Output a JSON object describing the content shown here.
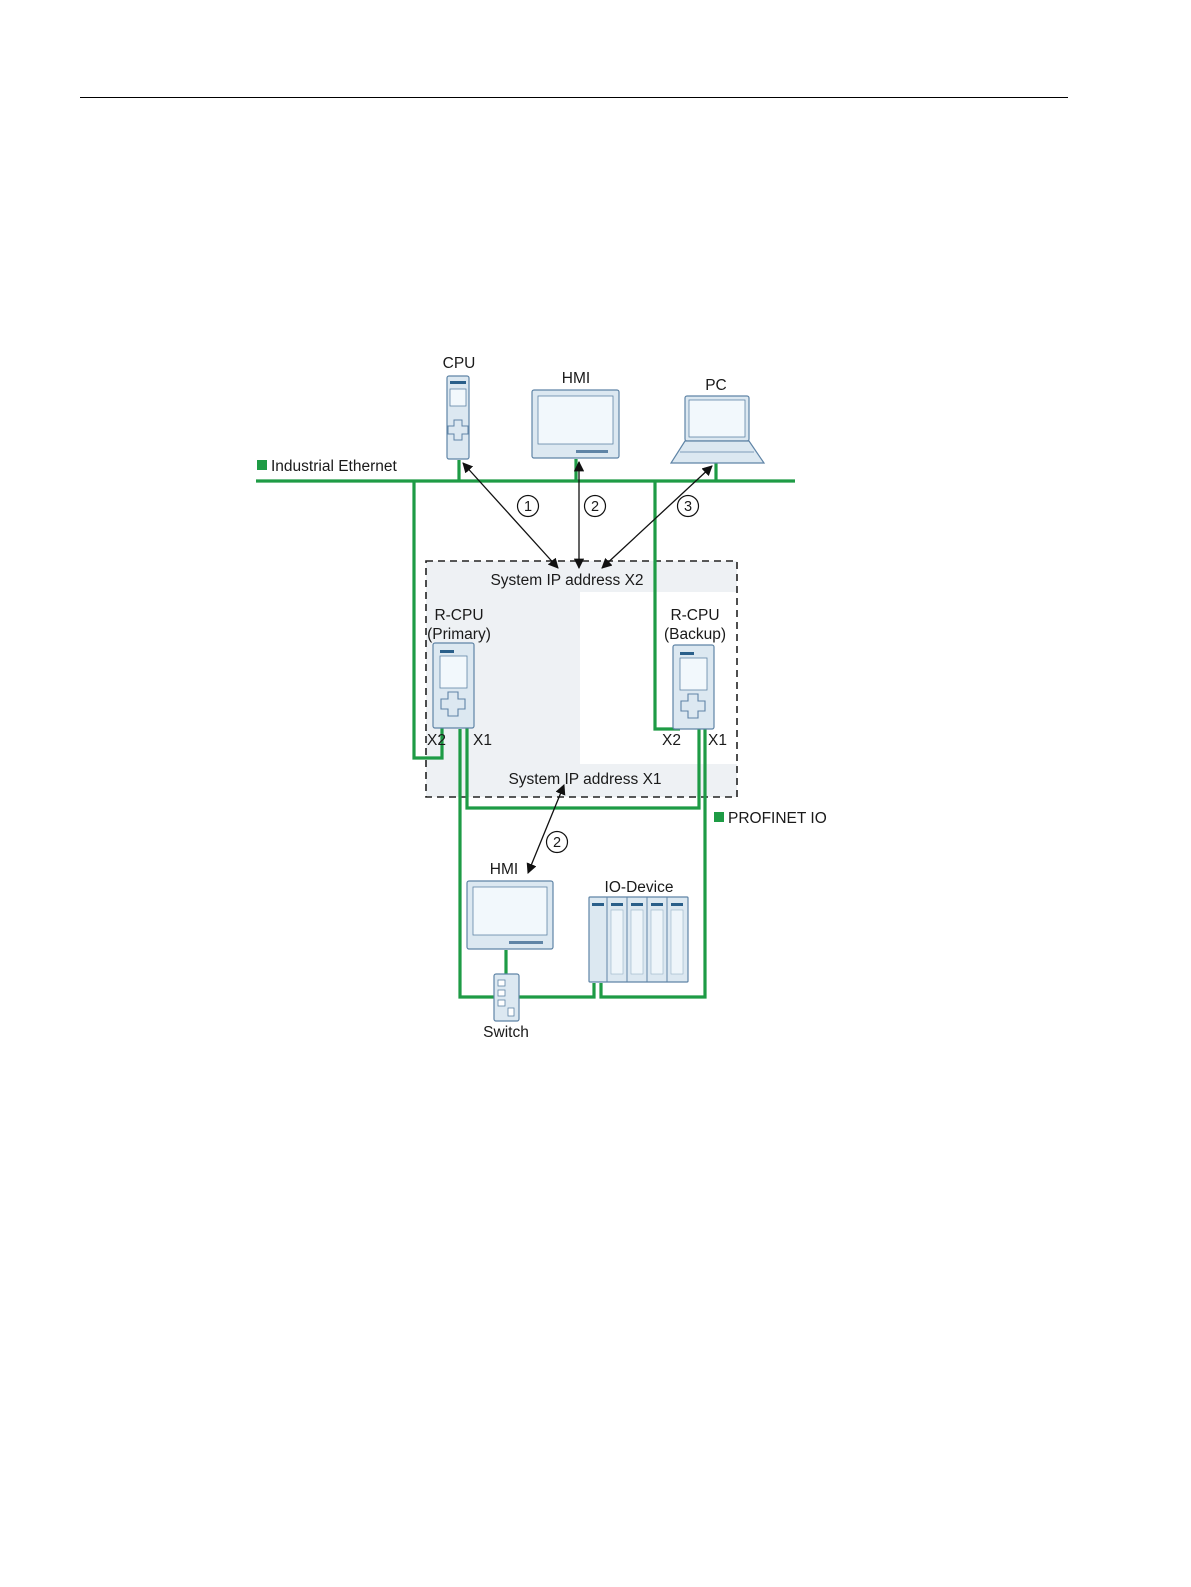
{
  "colors": {
    "network": "#1e9b45",
    "device_fill": "#dce8f1",
    "device_stroke": "#5f84a6",
    "screen": "#f2f8fc",
    "panel": "#eef1f4",
    "border": "#222222"
  },
  "icons": [
    "cpu-icon",
    "hmi-panel-icon",
    "laptop-icon",
    "r-cpu-icon",
    "switch-icon",
    "io-device-icon"
  ],
  "labels": {
    "cpu": "CPU",
    "hmi_top": "HMI",
    "pc": "PC",
    "industrial_ethernet": "Industrial Ethernet",
    "system_ip_x2": "System IP address X2",
    "system_ip_x1": "System IP address X1",
    "r_cpu_primary_line1": "R-CPU",
    "r_cpu_primary_line2": "(Primary)",
    "r_cpu_backup_line1": "R-CPU",
    "r_cpu_backup_line2": "(Backup)",
    "primary_x2": "X2",
    "primary_x1": "X1",
    "backup_x2": "X2",
    "backup_x1": "X1",
    "profinet_io": "PROFINET IO",
    "hmi_bottom": "HMI",
    "io_device": "IO-Device",
    "switch": "Switch"
  },
  "callouts": {
    "c1": "1",
    "c2_top": "2",
    "c3": "3",
    "c2_bottom": "2"
  }
}
